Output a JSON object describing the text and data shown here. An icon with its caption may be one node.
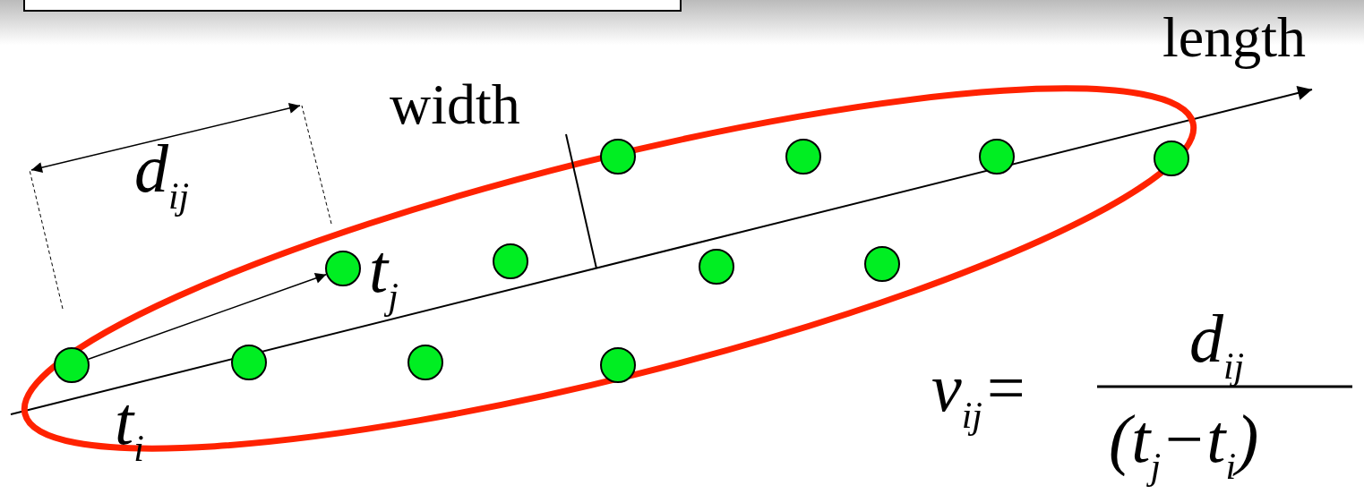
{
  "diagram": {
    "nodes": [
      {
        "text": [],
        "shape": "circle",
        "beside": [
          "t$_{i}$"
        ]
      },
      {
        "text": [],
        "shape": "circle"
      },
      {
        "text": [],
        "shape": "circle",
        "beside": [
          "t$_{j}$"
        ]
      },
      {
        "text": [],
        "shape": "circle"
      },
      {
        "text": [],
        "shape": "circle"
      },
      {
        "text": [],
        "shape": "circle"
      },
      {
        "text": [],
        "shape": "circle"
      },
      {
        "text": [],
        "shape": "circle"
      },
      {
        "text": [],
        "shape": "circle"
      },
      {
        "text": [],
        "shape": "circle"
      },
      {
        "text": [],
        "shape": "circle"
      },
      {
        "text": [],
        "shape": "circle"
      }
    ],
    "edges": [
      {
        "from": 0,
        "to": 2,
        "arrow": "to"
      }
    ],
    "labels": [
      "length",
      "width",
      "d$_{ij}$",
      "v$_{ij}$=",
      "d$_{ij}$",
      "(t$_{j}$−t$_{i}$)"
    ]
  }
}
